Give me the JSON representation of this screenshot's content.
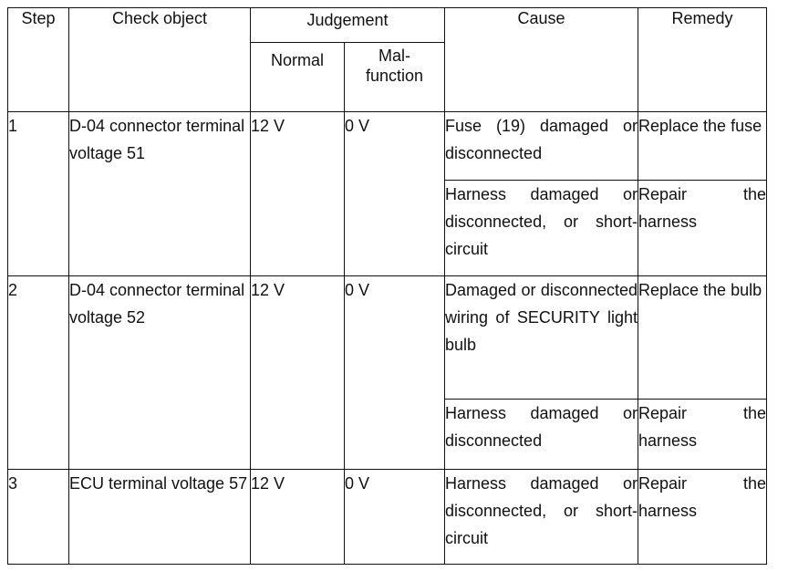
{
  "headers": {
    "step": "Step",
    "check_object": "Check object",
    "judgement": "Judgement",
    "normal": "Normal",
    "malfunction": "Mal-\nfunction",
    "cause": "Cause",
    "remedy": "Remedy"
  },
  "rows": [
    {
      "step": "1",
      "check_object": "D-04 connector terminal voltage 51",
      "normal": "12 V",
      "malfunction": "0 V",
      "causes": [
        {
          "cause": "Fuse (19) damaged or disconnected",
          "remedy": "Replace the fuse"
        },
        {
          "cause": "Harness damaged or disconnected, or short-circuit",
          "remedy": "Repair the harness"
        }
      ]
    },
    {
      "step": "2",
      "check_object": "D-04 connector terminal voltage 52",
      "normal": "12 V",
      "malfunction": "0 V",
      "causes": [
        {
          "cause": "Damaged or disconnected wiring of SECURITY light bulb",
          "remedy": "Replace the bulb"
        },
        {
          "cause": "Harness damaged or disconnected",
          "remedy": "Repair the harness"
        }
      ]
    },
    {
      "step": "3",
      "check_object": "ECU terminal voltage 57",
      "normal": "12 V",
      "malfunction": "0 V",
      "causes": [
        {
          "cause": "Harness damaged or disconnected, or short-circuit",
          "remedy": "Repair the harness"
        }
      ]
    }
  ]
}
